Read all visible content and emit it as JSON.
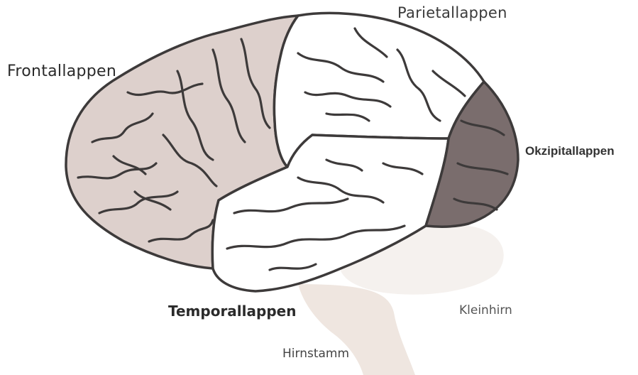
{
  "labels": {
    "frontal": "Frontallappen",
    "parietal": "Parietallappen",
    "occipital": "Okzipitallappen",
    "temporal": "Temporallappen",
    "cerebellum": "Kleinhirn",
    "brainstem": "Hirnstamm"
  },
  "colors": {
    "frontal_fill": "#ddd0cc",
    "parietal_fill": "#ffffff",
    "temporal_fill": "#ffffff",
    "occipital_fill": "#7a6d6d",
    "cerebellum_fill": "#f5f1ee",
    "brainstem_fill": "#efe6e0",
    "outline": "#3d3a3a"
  }
}
